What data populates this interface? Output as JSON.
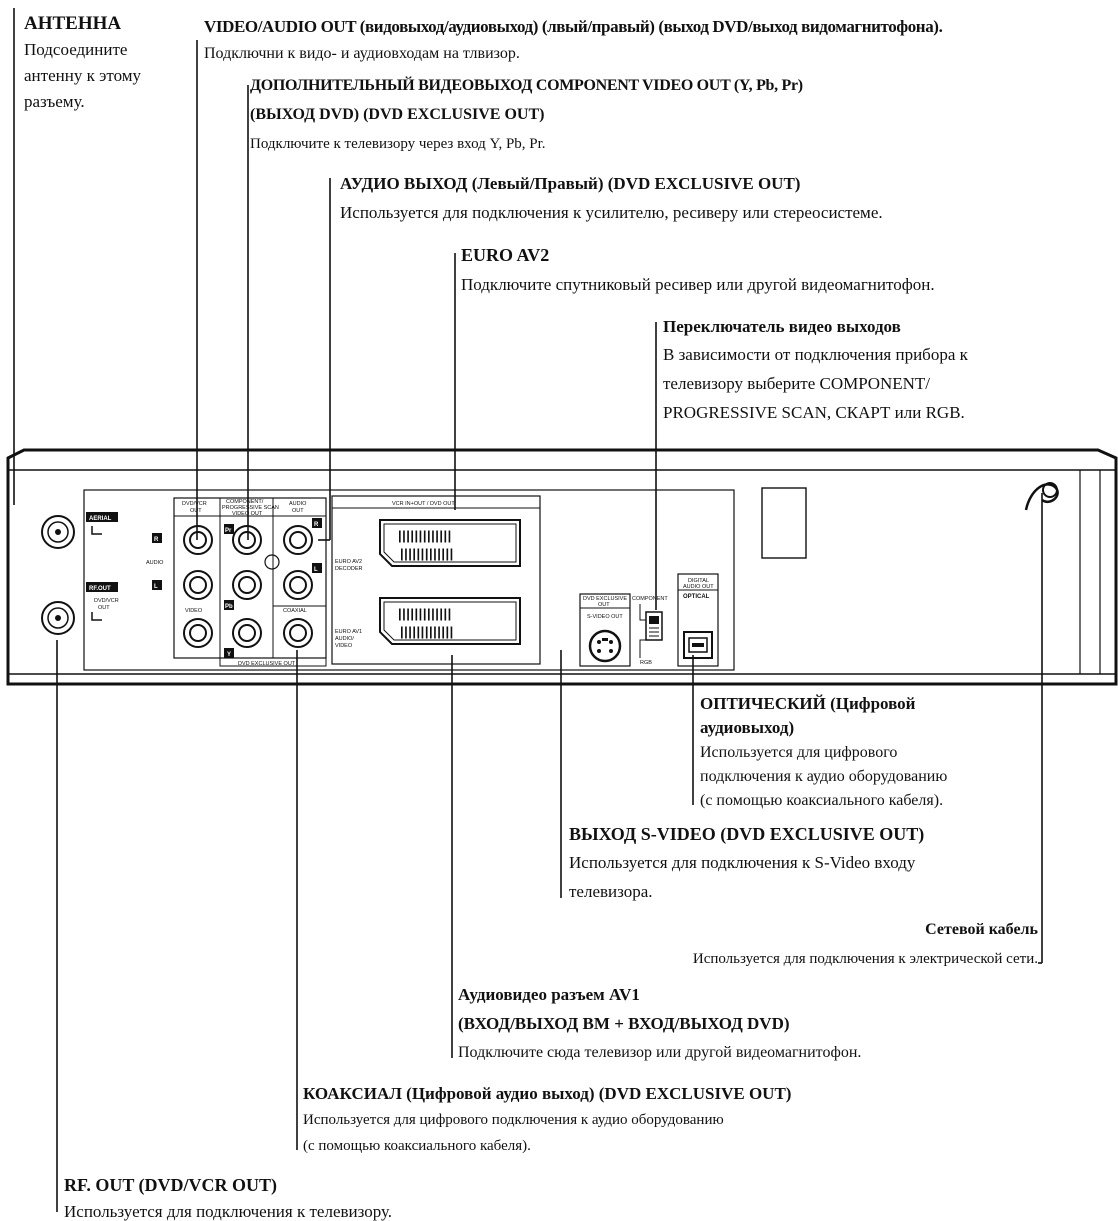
{
  "labels": {
    "antenna": {
      "title": "АНТЕННА",
      "lines": [
        "Подсоедините",
        "антенну к этому",
        "разъему."
      ]
    },
    "video_audio_out": {
      "title": "VIDEO/AUDIO OUT (видовыход/аудиовыход) (лвый/правый) (выход DVD/выход видомагнитофона).",
      "desc": "Подключни к видо- и аудиовходам на тлвизор."
    },
    "component_out": {
      "title1": "ДОПОЛНИТЕЛЬНЫЙ ВИДЕОВЫХОД COMPONENT VIDEO OUT (Y, Pb, Pr)",
      "title2": "(ВЫХОД DVD) (DVD EXCLUSIVE OUT)",
      "desc": "Подключите к телевизору через вход Y, Pb, Pr."
    },
    "audio_out": {
      "title": "АУДИО ВЫХОД (Левый/Правый)  (DVD EXCLUSIVE OUT)",
      "desc": "Используется для подключения к усилителю, ресиверу или стереосистеме."
    },
    "euro_av2": {
      "title": "EURO AV2",
      "desc": "Подключите спутниковый ресивер или другой видеомагнитофон."
    },
    "video_switch": {
      "title": "Переключатель видео выходов",
      "lines": [
        "В зависимости от подключения прибора к",
        "телевизору выберите COMPONENT/",
        "PROGRESSIVE SCAN, СКАРТ или RGB."
      ]
    },
    "optical": {
      "title1": "ОПТИЧЕСКИЙ (Цифровой",
      "title2": "аудиовыход)",
      "lines": [
        "Используется для цифрового",
        "подключения к аудио оборудованию",
        "(с помощью коаксиального кабеля)."
      ]
    },
    "svideo": {
      "title": "ВЫХОД S-VIDEO (DVD EXCLUSIVE OUT)",
      "lines": [
        "Используется для подключения к S-Video входу",
        "телевизора."
      ]
    },
    "power": {
      "title": "Сетевой кабель",
      "desc": "Используется для подключения к электрической сети."
    },
    "av1": {
      "title1": "Аудиовидео разъем AV1",
      "title2": "(ВХОД/ВЫХОД ВМ + ВХОД/ВЫХОД DVD)",
      "desc": "Подключите сюда телевизор или другой видеомагнитофон."
    },
    "coaxial": {
      "title": "КОАКСИАЛ (Цифровой аудио выход) (DVD EXCLUSIVE OUT)",
      "lines": [
        "Используется для цифрового подключения к аудио оборудованию",
        "(с помощью коаксиального кабеля)."
      ]
    },
    "rf_out": {
      "title": "RF. OUT (DVD/VCR OUT)",
      "desc": "Используется для подключения к телевизору."
    }
  },
  "panel": {
    "aerial": "AERIAL",
    "rf_out": "RF.OUT",
    "dvd_vcr_out": [
      "DVD/VCR",
      "OUT"
    ],
    "dvdvcr_out_header": [
      "DVD/VCR",
      "OUT"
    ],
    "component_header": [
      "COMPONENT/",
      "PROGRESSIVE SCAN",
      "VIDEO OUT"
    ],
    "audio_out_header": [
      "AUDIO",
      "OUT"
    ],
    "pin_r": "R",
    "pin_l": "L",
    "audio": "AUDIO",
    "video": "VIDEO",
    "pr": "Pr",
    "pb": "Pb",
    "y": "Y",
    "coaxial": "COAXIAL",
    "dvd_exclusive_out": "DVD EXCLUSIVE OUT",
    "vcr_dvd_out": "VCR IN+OUT / DVD OUT",
    "euro_av2_decoder": [
      "EURO AV2",
      "DECODER"
    ],
    "euro_av1": [
      "EURO AV1",
      "AUDIO/",
      "VIDEO"
    ],
    "svideo_header": [
      "DVD EXCLUSIVE",
      "OUT"
    ],
    "svideo_out": "S-VIDEO OUT",
    "component_sw": "COMPONENT",
    "rgb": "RGB",
    "digital_audio_out": [
      "DIGITAL",
      "AUDIO OUT"
    ],
    "optical": "OPTICAL",
    "scart_pins": "|||||||||||||"
  }
}
